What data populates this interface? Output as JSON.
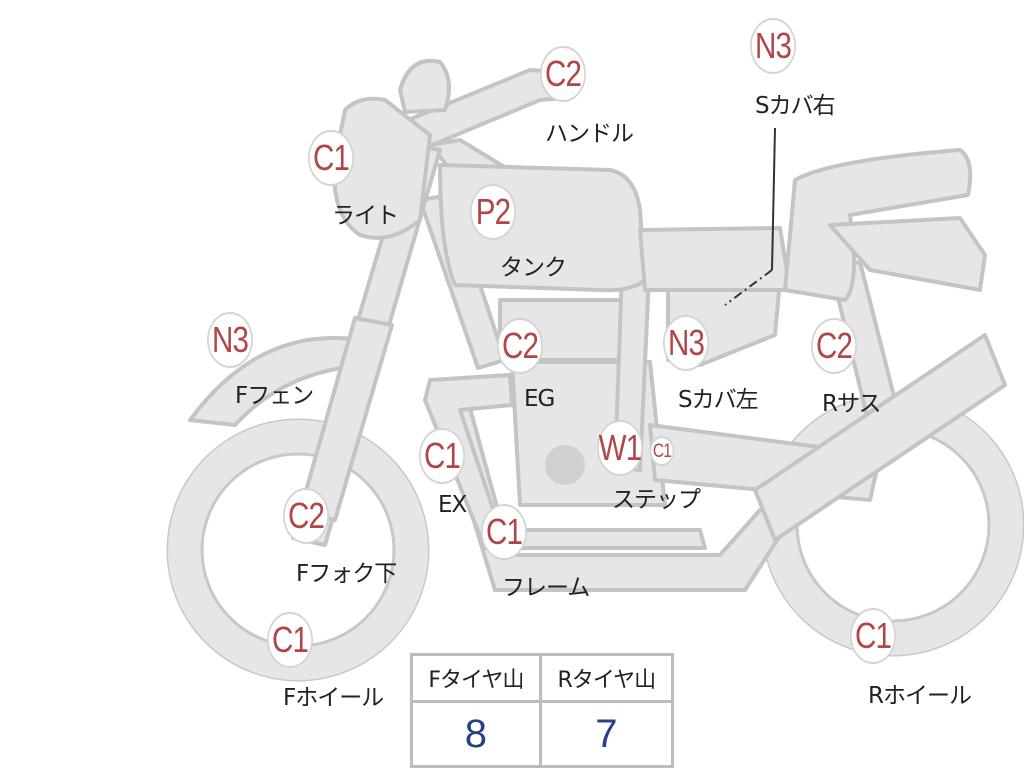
{
  "parts": [
    {
      "id": "handle",
      "grade": "C2",
      "label": "ハンドル"
    },
    {
      "id": "light",
      "grade": "C1",
      "label": "ライト"
    },
    {
      "id": "tank",
      "grade": "P2",
      "label": "タンク"
    },
    {
      "id": "s-cover-r",
      "grade": "N3",
      "label": "Sカバ右"
    },
    {
      "id": "f-fender",
      "grade": "N3",
      "label": "Fフェン"
    },
    {
      "id": "eg",
      "grade": "C2",
      "label": "EG"
    },
    {
      "id": "s-cover-l",
      "grade": "N3",
      "label": "Sカバ左"
    },
    {
      "id": "r-sus",
      "grade": "C2",
      "label": "Rサス"
    },
    {
      "id": "ex",
      "grade": "C1",
      "label": "EX"
    },
    {
      "id": "step",
      "grade": "W1",
      "grade2": "C1",
      "label": "ステップ"
    },
    {
      "id": "f-fork-low",
      "grade": "C2",
      "label": "Fフォク下"
    },
    {
      "id": "frame",
      "grade": "C1",
      "label": "フレーム"
    },
    {
      "id": "f-wheel",
      "grade": "C1",
      "label": "Fホイール"
    },
    {
      "id": "r-wheel",
      "grade": "C1",
      "label": "Rホイール"
    }
  ],
  "tire_table": {
    "front_label": "Fタイヤ山",
    "rear_label": "Rタイヤ山",
    "front_value": "8",
    "rear_value": "7"
  },
  "colors": {
    "grade_text": "#b24545",
    "tire_value": "#26408c",
    "bike_fill": "#e6e6e6",
    "bike_outline": "#c4c4c4"
  }
}
